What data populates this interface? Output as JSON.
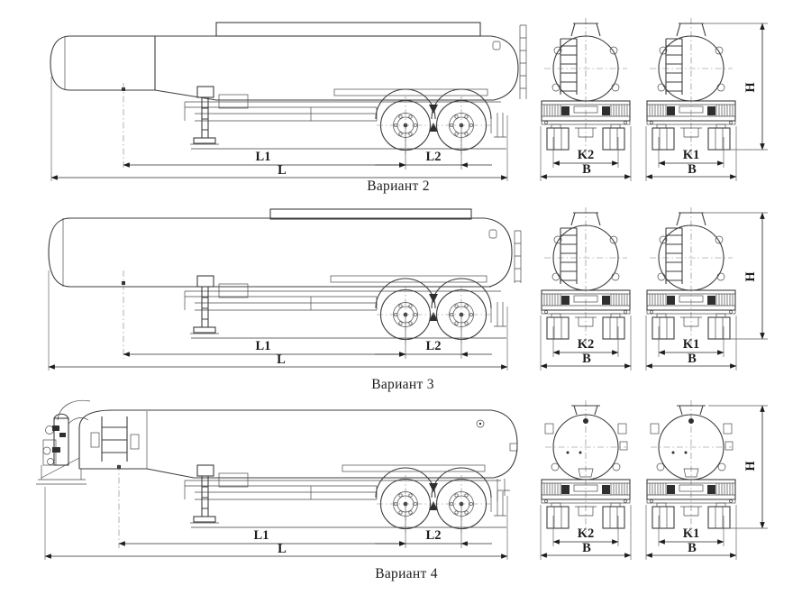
{
  "sheet": {
    "background": "#ffffff",
    "line_color": "#3d3d3d",
    "text_color": "#1c1c1c",
    "drawing_type": "tanker-semitrailer-variants"
  },
  "dims": {
    "l1": "L1",
    "l2": "L2",
    "l": "L",
    "k2": "K2",
    "k1": "K1",
    "b": "B",
    "h": "H"
  },
  "variants": [
    {
      "label": "Вариант 2"
    },
    {
      "label": "Вариант 3"
    },
    {
      "label": "Вариант 4"
    }
  ]
}
